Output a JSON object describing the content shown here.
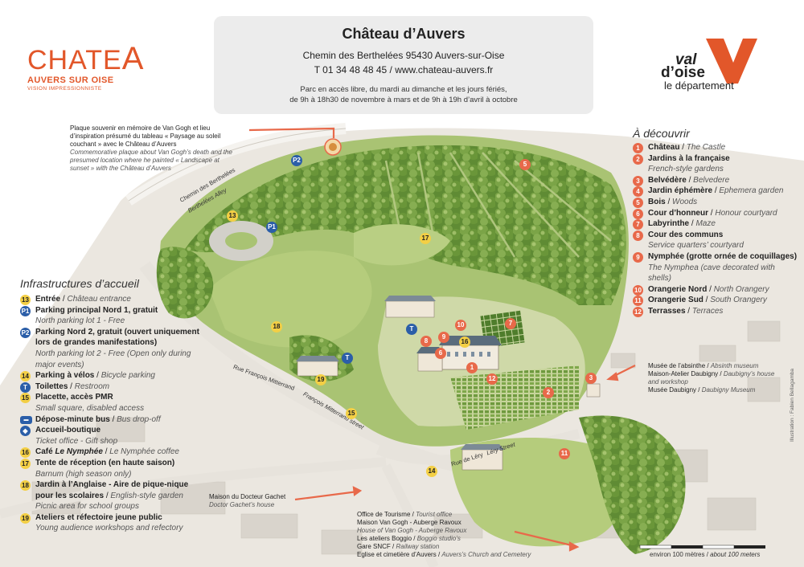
{
  "header": {
    "logo_brand": "CHATE",
    "logo_brand_a": "A",
    "logo_sub": "AUVERS SUR OISE",
    "logo_tag": "VISION IMPRESSIONNISTE",
    "title": "Château d’Auvers",
    "address": "Chemin des Berthelées  95430 Auvers-sur-Oise",
    "phone_web": "T 01 34 48 48 45 / www.chateau-auvers.fr",
    "hours_line1": "Parc en accès libre, du mardi au dimanche et les jours fériés,",
    "hours_line2": "de 9h à 18h30 de novembre à mars et de 9h à 19h d’avril à octobre",
    "dept_logo_line1": "val",
    "dept_logo_line2": "d’oise",
    "dept_logo_line3": "le département"
  },
  "colors": {
    "accent_orange": "#e2572a",
    "marker_orange": "#e8694a",
    "marker_yellow": "#f3cf45",
    "marker_blue": "#2b5ea8",
    "info_box_bg": "#ececec"
  },
  "discover": {
    "title": "À découvrir",
    "items": [
      {
        "n": "1",
        "fr": "Château",
        "en": "The Castle"
      },
      {
        "n": "2",
        "fr": "Jardins à la française",
        "en": "French-style gardens"
      },
      {
        "n": "3",
        "fr": "Belvédère",
        "en": "Belvedere"
      },
      {
        "n": "4",
        "fr": "Jardin éphémère",
        "en": "Ephemera garden"
      },
      {
        "n": "5",
        "fr": "Bois",
        "en": "Woods"
      },
      {
        "n": "6",
        "fr": "Cour d’honneur",
        "en": "Honour courtyard"
      },
      {
        "n": "7",
        "fr": "Labyrinthe",
        "en": "Maze"
      },
      {
        "n": "8",
        "fr": "Cour des communs",
        "en": "Service quarters’ courtyard"
      },
      {
        "n": "9",
        "fr": "Nymphée (grotte ornée de coquillages)",
        "en": "The Nymphea (cave decorated with shells)"
      },
      {
        "n": "10",
        "fr": "Orangerie Nord",
        "en": "North Orangery"
      },
      {
        "n": "11",
        "fr": "Orangerie Sud",
        "en": "South Orangery"
      },
      {
        "n": "12",
        "fr": "Terrasses",
        "en": "Terraces"
      }
    ]
  },
  "infra": {
    "title": "Infrastructures d’accueil",
    "items": [
      {
        "icon": "13",
        "fr": "Entrée",
        "en": "Château entrance"
      },
      {
        "icon": "P1",
        "fr": "Parking principal Nord 1,  gratuit",
        "en": "North parking lot 1 - Free"
      },
      {
        "icon": "P2",
        "fr": "Parking Nord 2, gratuit (ouvert uniquement lors de grandes manifestations)",
        "en": "North parking lot 2 - Free (Open only during major events)"
      },
      {
        "icon": "14",
        "fr": "Parking à vélos",
        "en": "Bicycle parking"
      },
      {
        "icon": "T",
        "fr": "Toilettes",
        "en": "Restroom"
      },
      {
        "icon": "15",
        "fr": "Placette, accès PMR",
        "en": "Small square, disabled access"
      },
      {
        "icon": "bus",
        "fr": "Dépose-minute bus",
        "en": "Bus drop-off"
      },
      {
        "icon": "shop",
        "fr": "Accueil-boutique",
        "en": "Ticket office - Gift shop"
      },
      {
        "icon": "16",
        "fr": "Café ",
        "fr_italic": "Le Nymphée",
        "en": "Le Nymphée coffee"
      },
      {
        "icon": "17",
        "fr": "Tente de réception (en haute saison)",
        "en": "Barnum (high season only)"
      },
      {
        "icon": "18",
        "fr": "Jardin à l’Anglaise - Aire de pique-nique pour les scolaires",
        "en": "English-style garden",
        "en2": "Picnic area for school groups"
      },
      {
        "icon": "19",
        "fr": "Ateliers et réfectoire jeune public",
        "en": "Young audience workshops and  refectory"
      }
    ]
  },
  "map_labels": {
    "van_gogh_fr": "Plaque souvenir en mémoire de Van Gogh et lieu d’inspiration présumé du tableau « Paysage au soleil couchant » avec le Château d’Auvers",
    "van_gogh_en": "Commemorative plaque about Van Gogh’s death and the presumed location where he painted « Landscape at sunset » with the Château d’Auvers",
    "road_berthelees": "Chemin des Berthelées",
    "road_berthelees_en": "Berthelées Alley",
    "road_mitterrand": "Rue François Mitterrand",
    "road_mitterrand_en": "François Mitterrand street",
    "road_lery": "Rue de Léry",
    "road_lery_en": "Léry Street",
    "museums": [
      {
        "fr": "Musée de l’absinthe",
        "en": "Absinth museum"
      },
      {
        "fr": "Maison-Atelier Daubigny",
        "en": "Daubigny’s house and workshop"
      },
      {
        "fr": "Musée Daubigny",
        "en": "Daubigny Museum"
      }
    ],
    "gachet_fr": "Maison du Docteur Gachet",
    "gachet_en": "Doctor Gachet’s house",
    "town": [
      {
        "fr": "Office de Tourisme",
        "en": "Tourist office"
      },
      {
        "fr": "Maison Van Gogh - Auberge Ravoux",
        "en": "House of Van Gogh - Auberge Ravoux"
      },
      {
        "fr": "Les ateliers Boggio",
        "en": "Boggio studio’s"
      },
      {
        "fr": "Gare SNCF",
        "en": "Railway station"
      },
      {
        "fr": "Eglise et cimetière d’Auvers",
        "en": "Auvers’s Church and Cemetery"
      }
    ],
    "scale_fr": "environ 100 mètres",
    "scale_en": "about 100 meters",
    "credit": "Illustration : Fabien Bellagamba"
  },
  "markers": [
    {
      "id": "5",
      "kind": "orange"
    },
    {
      "id": "17",
      "kind": "yellow"
    },
    {
      "id": "13",
      "kind": "yellow"
    },
    {
      "id": "P1",
      "kind": "blue"
    },
    {
      "id": "P2",
      "kind": "blue"
    },
    {
      "id": "18",
      "kind": "yellow"
    },
    {
      "id": "9",
      "kind": "orange"
    },
    {
      "id": "10",
      "kind": "orange"
    },
    {
      "id": "7",
      "kind": "orange"
    },
    {
      "id": "8",
      "kind": "orange"
    },
    {
      "id": "6",
      "kind": "orange"
    },
    {
      "id": "16",
      "kind": "yellow"
    },
    {
      "id": "1",
      "kind": "orange"
    },
    {
      "id": "12",
      "kind": "orange"
    },
    {
      "id": "2",
      "kind": "orange"
    },
    {
      "id": "3",
      "kind": "orange"
    },
    {
      "id": "19",
      "kind": "yellow"
    },
    {
      "id": "14",
      "kind": "yellow"
    },
    {
      "id": "15",
      "kind": "yellow"
    },
    {
      "id": "11",
      "kind": "orange"
    }
  ]
}
